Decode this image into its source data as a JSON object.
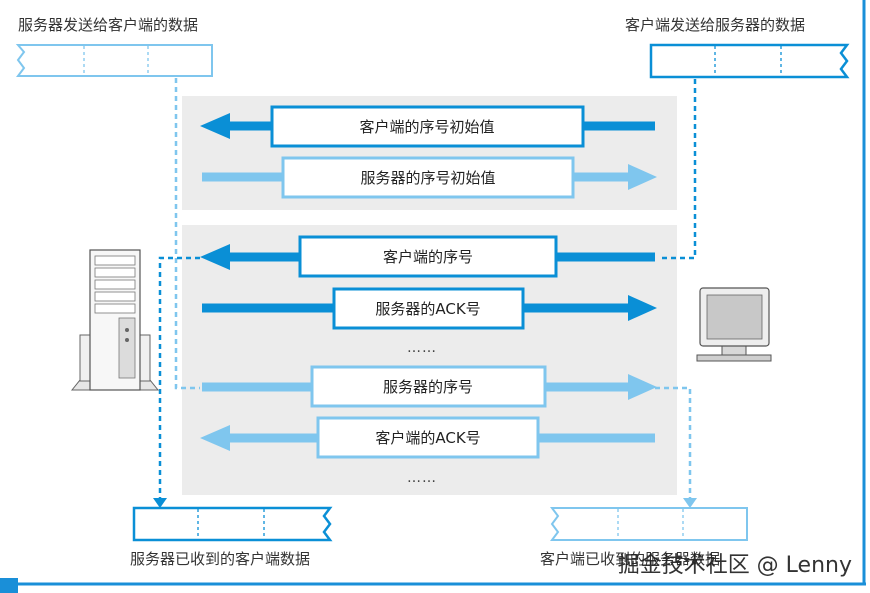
{
  "labels": {
    "top_left": "服务器发送给客户端的数据",
    "top_right": "客户端发送给服务器的数据",
    "bottom_left": "服务器已收到的客户端数据",
    "bottom_right": "客户端已收到的服务器数据"
  },
  "arrows": {
    "client_initial_seq": "客户端的序号初始值",
    "server_initial_seq": "服务器的序号初始值",
    "client_seq": "客户端的序号",
    "server_ack": "服务器的ACK号",
    "ellipsis_1": "……",
    "server_seq": "服务器的序号",
    "client_ack": "客户端的ACK号",
    "ellipsis_2": "……"
  },
  "colors": {
    "dark_blue": "#0a8fd6",
    "light_blue": "#7fc6ee",
    "panel_gray": "#ececec",
    "frame_blue": "#1a8fd8"
  },
  "icons": {
    "server": "server-tower-icon",
    "client": "desktop-computer-icon"
  },
  "watermark": "掘金技术社区 @ Lenny"
}
